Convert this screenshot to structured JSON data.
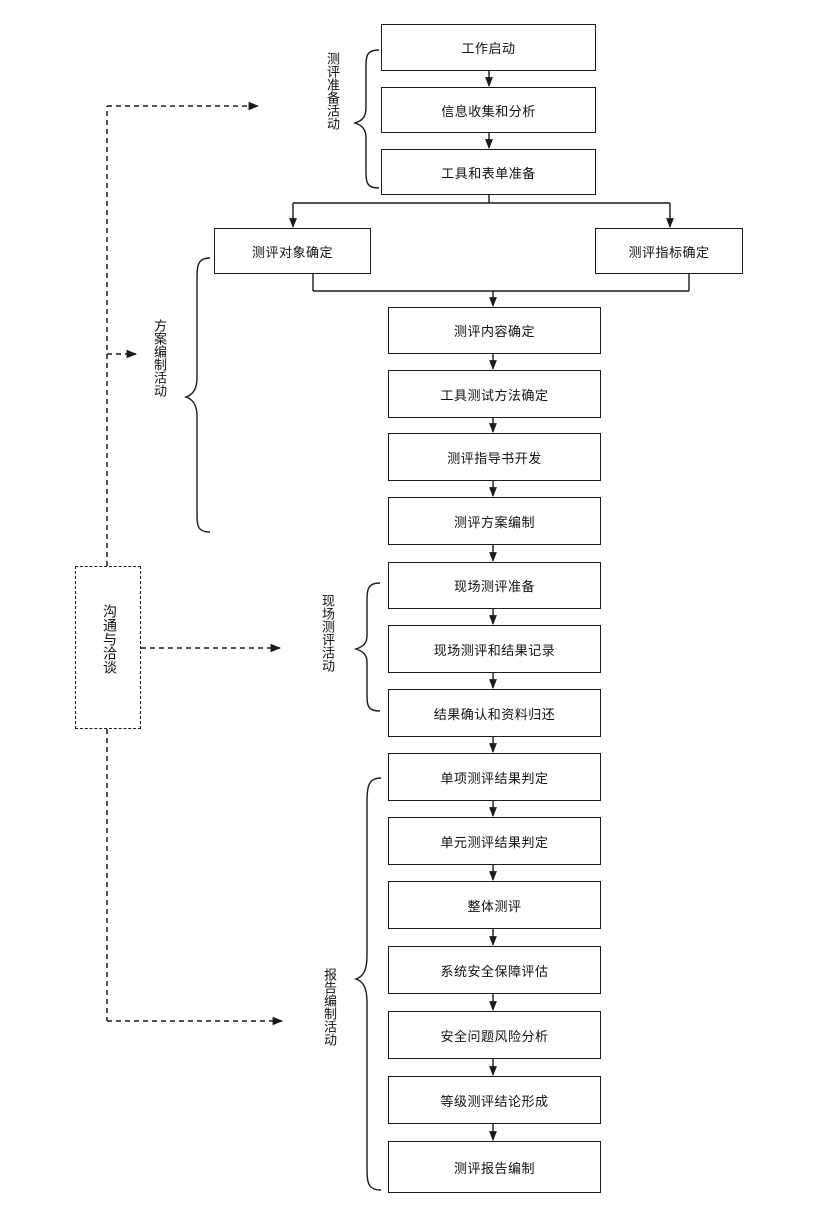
{
  "phases": {
    "prep": "测评准备活动",
    "plan": "方案编制活动",
    "onsite": "现场测评活动",
    "report": "报告编制活动"
  },
  "communication": "沟通与洽谈",
  "nodes": {
    "work_start": "工作启动",
    "info_collect": "信息收集和分析",
    "tools_forms": "工具和表单准备",
    "target_confirm": "测评对象确定",
    "indicator_confirm": "测评指标确定",
    "content_confirm": "测评内容确定",
    "tool_method": "工具测试方法确定",
    "guide_dev": "测评指导书开发",
    "plan_compile": "测评方案编制",
    "onsite_prep": "现场测评准备",
    "onsite_record": "现场测评和结果记录",
    "result_return": "结果确认和资料归还",
    "single_judge": "单项测评结果判定",
    "unit_judge": "单元测评结果判定",
    "overall": "整体测评",
    "system_eval": "系统安全保障评估",
    "risk_analysis": "安全问题风险分析",
    "grade_conclusion": "等级测评结论形成",
    "report_compile": "测评报告编制"
  }
}
